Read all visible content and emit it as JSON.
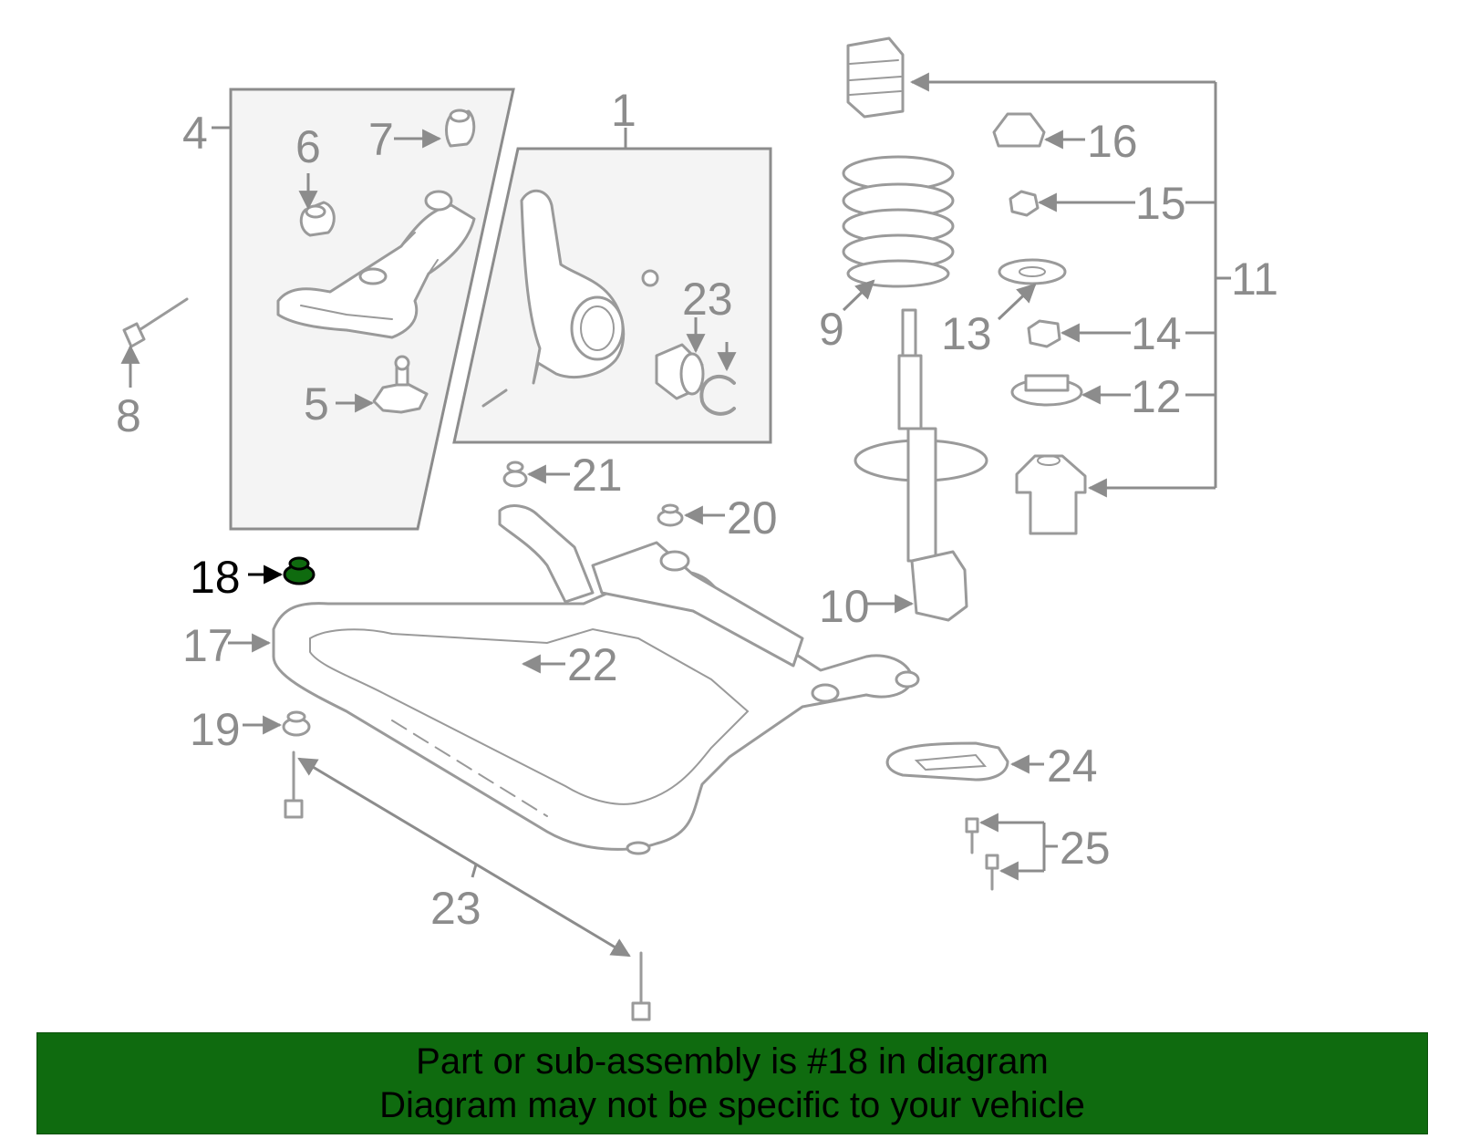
{
  "callouts": {
    "c1": "1",
    "c4": "4",
    "c5": "5",
    "c6": "6",
    "c7": "7",
    "c8": "8",
    "c9": "9",
    "c10": "10",
    "c11": "11",
    "c12": "12",
    "c13": "13",
    "c14": "14",
    "c15": "15",
    "c16": "16",
    "c17": "17",
    "c18": "18",
    "c19": "19",
    "c20": "20",
    "c21": "21",
    "c22": "22",
    "c23_box": "23",
    "c23_bolt": "23",
    "c24": "24",
    "c25": "25"
  },
  "highlight_color": "#0f6b0f",
  "banner": {
    "line1": "Part or sub-assembly is #18 in diagram",
    "line2": "Diagram may not be specific to your vehicle"
  }
}
